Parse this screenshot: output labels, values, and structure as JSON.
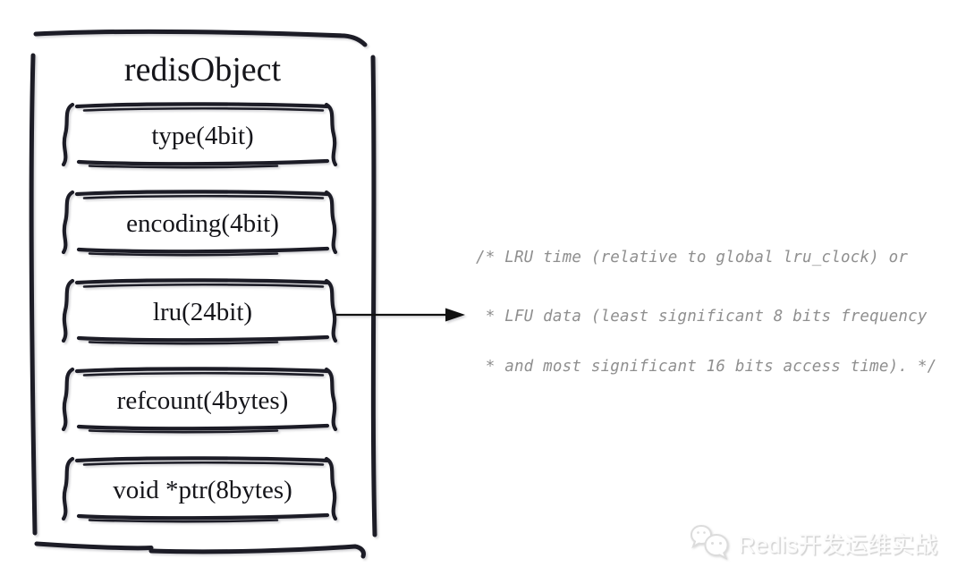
{
  "diagram": {
    "title": "redisObject",
    "fields": [
      {
        "label": "type(4bit)"
      },
      {
        "label": "encoding(4bit)"
      },
      {
        "label": "lru(24bit)"
      },
      {
        "label": "refcount(4bytes)"
      },
      {
        "label": "void *ptr(8bytes)"
      }
    ],
    "arrow": {
      "from_field": "lru(24bit)",
      "points_to": "lru-lfu-comment"
    },
    "annotation": {
      "lines": [
        "/* LRU time (relative to global lru_clock) or",
        " * LFU data (least significant 8 bits frequency",
        " * and most significant 16 bits access time). */"
      ],
      "color": "#8f8f8f"
    },
    "ink_color": "#1c1c26"
  },
  "watermark": {
    "text": "Redis开发运维实战",
    "icon": "wechat-icon"
  }
}
